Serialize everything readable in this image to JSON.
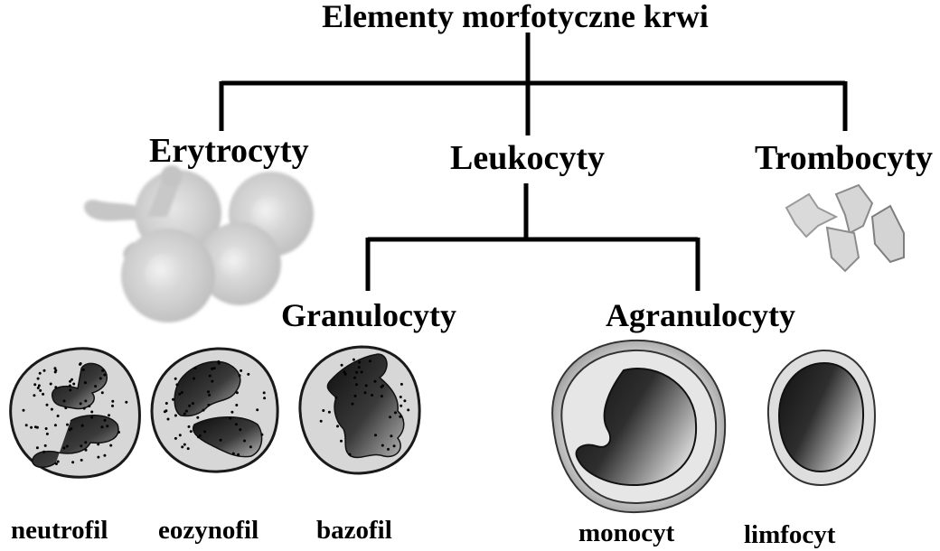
{
  "title": "Elementy morfotyczne krwi",
  "nodes": {
    "erythrocytes": "Erytrocyty",
    "leukocytes": "Leukocyty",
    "thrombocytes": "Trombocyty",
    "granulocytes": "Granulocyty",
    "agranulocytes": "Agranulocyty"
  },
  "cells": {
    "neutrophil": "neutrofil",
    "eosinophil": "eozynofil",
    "basophil": "bazofil",
    "monocyte": "monocyt",
    "lymphocyte": "limfocyt"
  },
  "colors": {
    "line": "#000000",
    "rbc": "#c9c9c9",
    "cytoplasm": "#d6d6d6",
    "nucleus_dark": "#1a1a1a"
  }
}
